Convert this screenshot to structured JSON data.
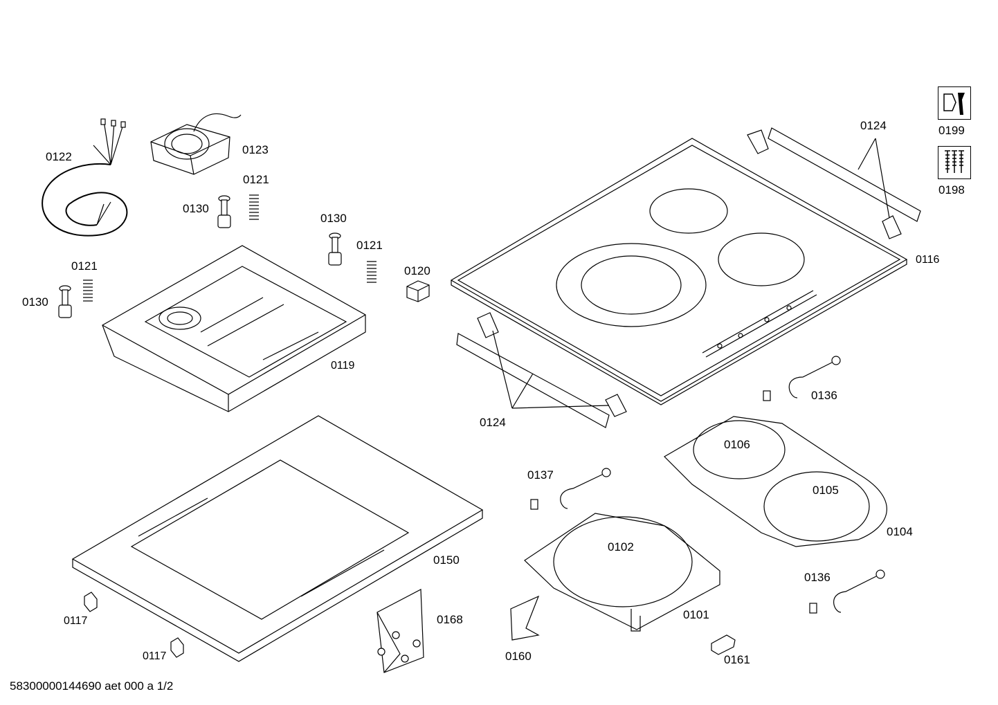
{
  "labels": {
    "p0122": "0122",
    "p0123": "0123",
    "p0121a": "0121",
    "p0130a": "0130",
    "p0130b": "0130",
    "p0121b": "0121",
    "p0121c": "0121",
    "p0130c": "0130",
    "p0120": "0120",
    "p0119": "0119",
    "p0124a": "0124",
    "p0124b": "0124",
    "p0116": "0116",
    "p0199": "0199",
    "p0198": "0198",
    "p0136a": "0136",
    "p0106": "0106",
    "p0105": "0105",
    "p0104": "0104",
    "p0137": "0137",
    "p0102": "0102",
    "p0136b": "0136",
    "p0150": "0150",
    "p0117a": "0117",
    "p0117b": "0117",
    "p0168": "0168",
    "p0160": "0160",
    "p0101": "0101",
    "p0161": "0161"
  },
  "footer": "58300000144690 aet 000 a 1/2",
  "icons": {
    "service": "wrench-icon",
    "screws": "screws-icon"
  }
}
